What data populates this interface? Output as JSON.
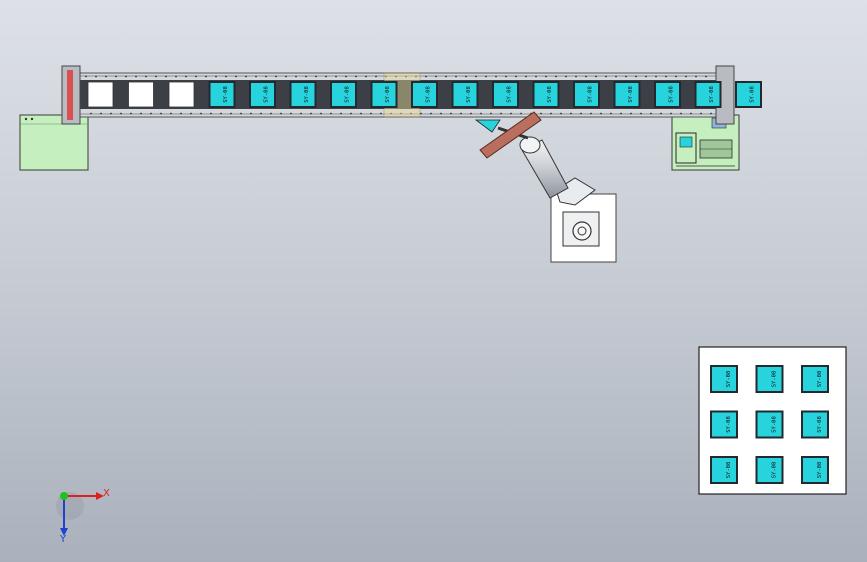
{
  "view": {
    "name": "top-view",
    "colors": {
      "background_top": "#dde1e7",
      "background_bottom": "#aab1bc",
      "conveyor_frame": "#d4d8dc",
      "conveyor_belt": "#3c4046",
      "product": "#27d3dc",
      "product_frame": "#222a30",
      "station_box": "#c6efc0",
      "pallet": "#ffffff",
      "robot_base": "#ffffff",
      "gripper": "#b96e5e"
    }
  },
  "conveyor": {
    "empty_slots": 3,
    "product_slots": 14,
    "product_label": "SY-08"
  },
  "pallet": {
    "rows": 3,
    "cols": 3,
    "product_label": "SY-08"
  },
  "axes": {
    "x_label": "X",
    "y_label": "Y",
    "x_color": "#e02020",
    "y_color": "#2040d0",
    "origin_color": "#20c020"
  }
}
